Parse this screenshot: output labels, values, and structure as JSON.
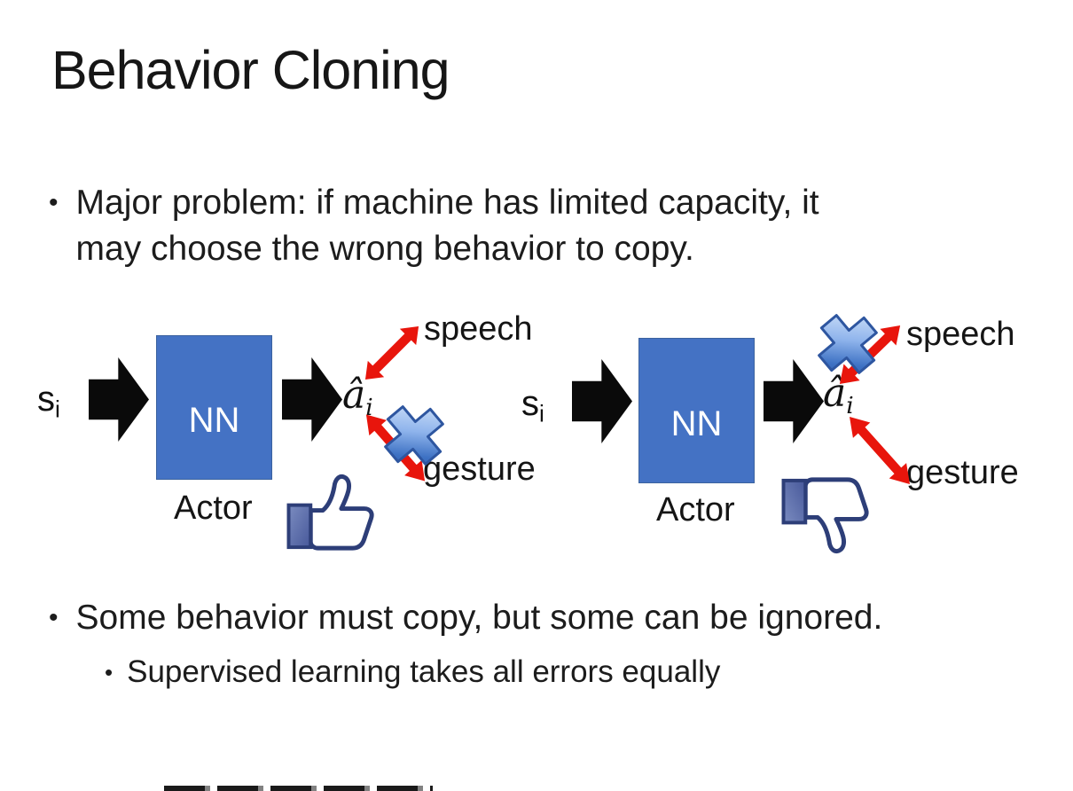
{
  "slide": {
    "title": "Behavior Cloning",
    "bullets": {
      "marker": "•",
      "b1_line1": "Major problem: if machine has limited capacity, it",
      "b1_line2": "may choose the wrong behavior to copy.",
      "b2": "Some behavior must copy, but some can be ignored.",
      "b2_sub": "Supervised learning takes all errors equally"
    }
  },
  "diagram": {
    "input_base": "s",
    "input_sub": "i",
    "nn_label": "NN",
    "actor_label": "Actor",
    "output_base": "â",
    "output_sub": "i",
    "speech_label": "speech",
    "gesture_label": "gesture"
  },
  "icons": {
    "left_feedback": "thumbs-up-icon",
    "right_feedback": "thumbs-down-icon",
    "ignored_mark": "blue-cross-icon"
  },
  "colors": {
    "nn_box_blue": "#4472c4",
    "block_arrow_black": "#0a0a0a",
    "double_arrow_red": "#e8150c",
    "cross_blue": "#3e72c4",
    "thumb_outline_navy": "#2d3e78",
    "text": "#1c1c1c"
  }
}
